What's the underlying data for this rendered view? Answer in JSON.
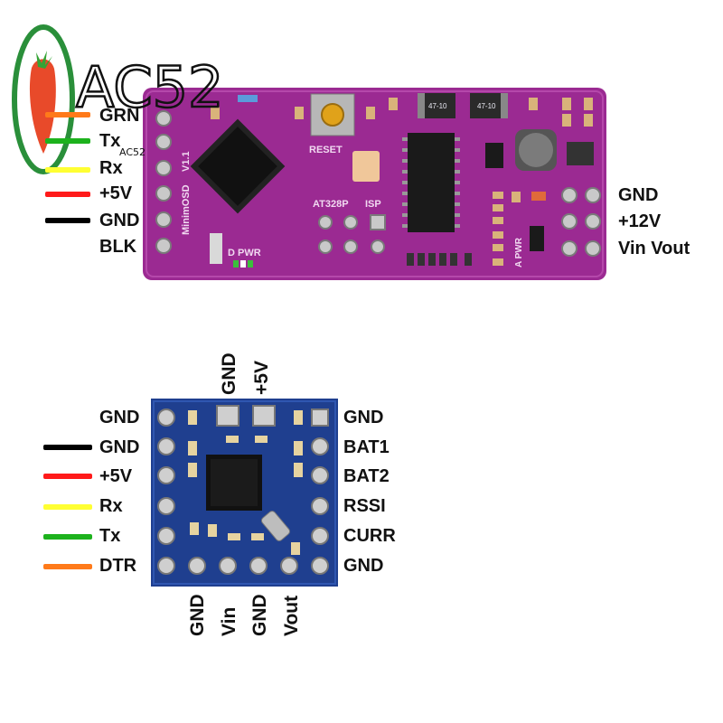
{
  "logo": {
    "text": "AC52",
    "small_text": "AC52"
  },
  "colors": {
    "purple_board": "#9b2a92",
    "blue_board": "#1f3f8f",
    "black": "#000000",
    "red": "#ff1a1a",
    "yellow": "#ffff33",
    "green": "#1db21d",
    "orange": "#ff7a1a"
  },
  "top_board": {
    "left_pins": [
      {
        "label": "GRN",
        "wire_color": "orange"
      },
      {
        "label": "Tx",
        "wire_color": "green"
      },
      {
        "label": "Rx",
        "wire_color": "yellow"
      },
      {
        "label": "+5V",
        "wire_color": "red"
      },
      {
        "label": "GND",
        "wire_color": "black"
      },
      {
        "label": "BLK",
        "wire_color": "none"
      }
    ],
    "right_labels": [
      "GND",
      "+12V",
      "Vin Vout"
    ],
    "silkscreen": {
      "name": "MinimOSD",
      "version": "V1.1",
      "reset": "RESET",
      "chip": "AT328P",
      "isp": "ISP",
      "d_pwr": "D PWR",
      "a_pwr": "A PWR",
      "cap1": "47-10",
      "cap2": "47-10"
    }
  },
  "bottom_board": {
    "left_labels": [
      "GND",
      "GND",
      "+5V",
      "Rx",
      "Tx",
      "DTR"
    ],
    "left_wires": [
      "none",
      "black",
      "red",
      "yellow",
      "green",
      "orange"
    ],
    "right_labels": [
      "GND",
      "BAT1",
      "BAT2",
      "RSSI",
      "CURR",
      "GND"
    ],
    "top_labels": [
      "GND",
      "+5V"
    ],
    "bottom_labels": [
      "GND",
      "Vin",
      "GND",
      "Vout"
    ]
  }
}
